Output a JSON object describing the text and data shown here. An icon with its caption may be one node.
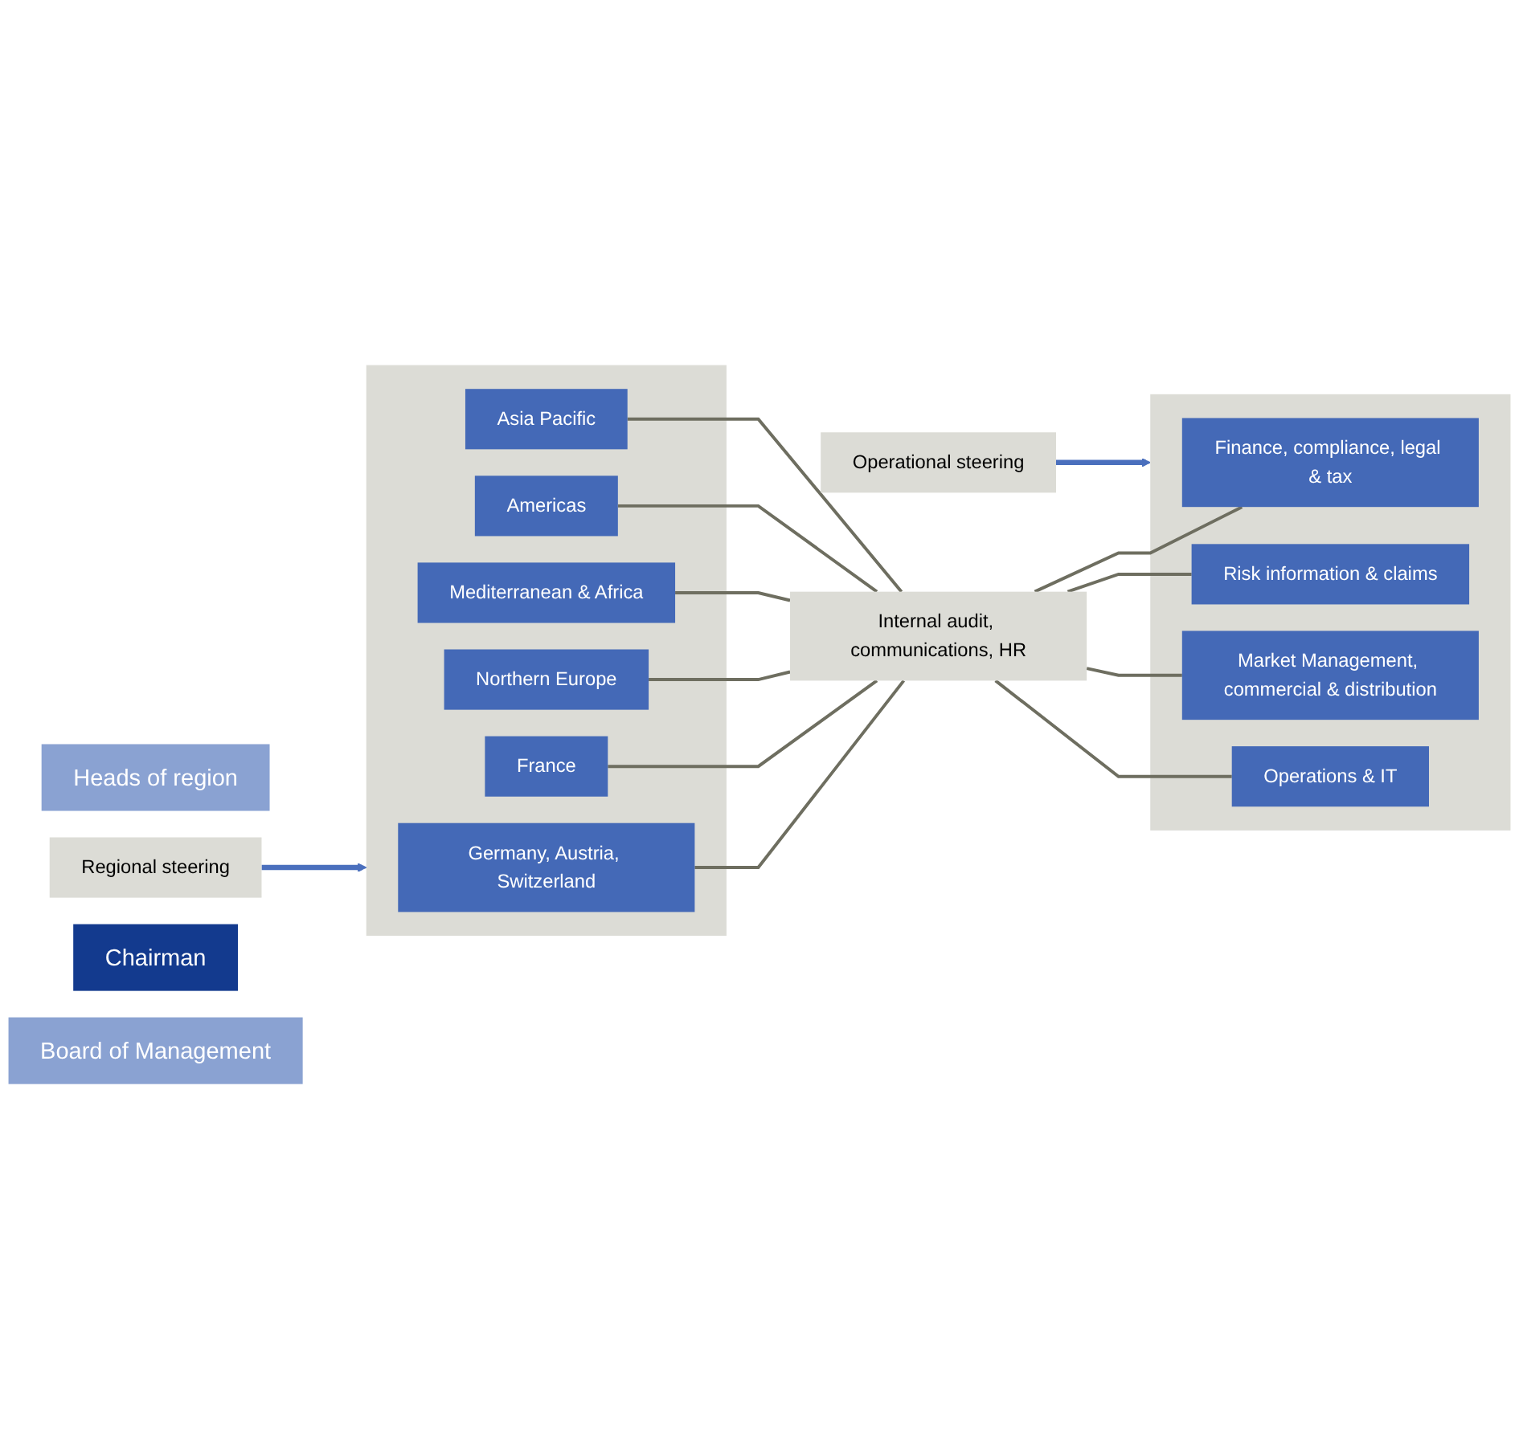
{
  "diagram": {
    "nodes": [
      {
        "text": [
          "Heads of region"
        ]
      },
      {
        "text": [
          "Regional steering"
        ]
      },
      {
        "text": [
          "Chairman"
        ]
      },
      {
        "text": [
          "Internal audit, communications, HR"
        ]
      },
      {
        "text": [
          "Board of Management"
        ]
      },
      {
        "text": [
          "Operational steering"
        ]
      },
      {
        "text": [],
        "shape": "box"
      },
      {
        "text": [
          "Germany, Austria, Switzerland"
        ],
        "in": 6
      },
      {
        "text": [
          "France"
        ],
        "in": 6
      },
      {
        "text": [
          "Northern Europe"
        ],
        "in": 6
      },
      {
        "text": [
          "Mediterranean & Africa"
        ],
        "in": 6
      },
      {
        "text": [
          "Americas"
        ],
        "in": 6
      },
      {
        "text": [
          "Asia Pacific"
        ],
        "in": 6
      },
      {
        "text": [],
        "shape": "box"
      },
      {
        "text": [
          "Finance, compliance, legal & tax"
        ],
        "in": 13
      },
      {
        "text": [
          "Risk information & claims"
        ],
        "in": 13
      },
      {
        "text": [
          "Market Management, commercial & distribution"
        ],
        "in": 13
      },
      {
        "text": [
          "Operations & IT"
        ],
        "in": 13
      }
    ],
    "edges": [
      {
        "from": 1,
        "to": 6,
        "arrow": "to",
        "color": "#4a6fbd"
      },
      {
        "from": 5,
        "to": 13,
        "arrow": "to",
        "color": "#4a6fbd"
      },
      {
        "from": 7,
        "to": 3,
        "arrow": "none"
      },
      {
        "from": 3,
        "to": 14,
        "arrow": "none"
      },
      {
        "from": 8,
        "to": 3,
        "arrow": "none"
      },
      {
        "from": 3,
        "to": 15,
        "arrow": "none"
      },
      {
        "from": 9,
        "to": 3,
        "arrow": "none"
      },
      {
        "from": 10,
        "to": 3,
        "arrow": "none"
      },
      {
        "from": 3,
        "to": 16,
        "arrow": "none"
      },
      {
        "from": 11,
        "to": 3,
        "arrow": "none"
      },
      {
        "from": 12,
        "to": 3,
        "arrow": "none"
      },
      {
        "from": 3,
        "to": 17,
        "arrow": "none"
      }
    ]
  }
}
